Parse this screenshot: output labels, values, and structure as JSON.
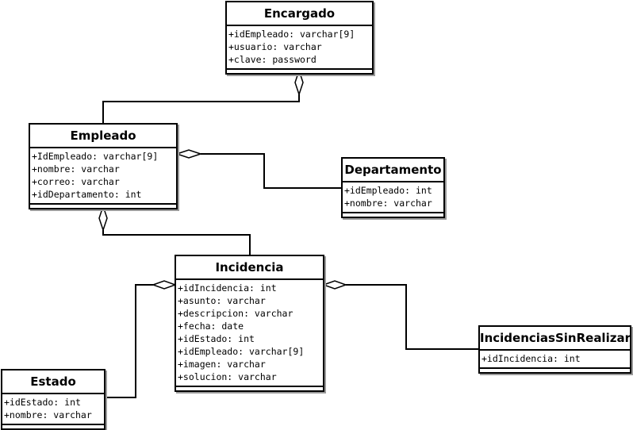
{
  "diagram": {
    "classes": {
      "encargado": {
        "name": "Encargado",
        "attributes": [
          "+idEmpleado: varchar[9]",
          "+usuario: varchar",
          "+clave: password"
        ]
      },
      "empleado": {
        "name": "Empleado",
        "attributes": [
          "+IdEmpleado: varchar[9]",
          "+nombre: varchar",
          "+correo: varchar",
          "+idDepartamento: int"
        ]
      },
      "departamento": {
        "name": "Departamento",
        "attributes": [
          "+idEmpleado: int",
          "+nombre: varchar"
        ]
      },
      "incidencia": {
        "name": "Incidencia",
        "attributes": [
          "+idIncidencia: int",
          "+asunto: varchar",
          "+descripcion: varchar",
          "+fecha: date",
          "+idEstado: int",
          "+idEmpleado: varchar[9]",
          "+imagen: varchar",
          "+solucion: varchar"
        ]
      },
      "estado": {
        "name": "Estado",
        "attributes": [
          "+idEstado: int",
          "+nombre: varchar"
        ]
      },
      "incidencias_sin_realizar": {
        "name": "IncidenciasSinRealizar",
        "attributes": [
          "+idIncidencia: int"
        ]
      }
    },
    "relationships": [
      {
        "from": "Empleado",
        "to": "Encargado",
        "type": "aggregation"
      },
      {
        "from": "Departamento",
        "to": "Empleado",
        "type": "aggregation"
      },
      {
        "from": "Incidencia",
        "to": "Empleado",
        "type": "aggregation"
      },
      {
        "from": "Estado",
        "to": "Incidencia",
        "type": "aggregation"
      },
      {
        "from": "IncidenciasSinRealizar",
        "to": "Incidencia",
        "type": "aggregation"
      }
    ],
    "colors": {
      "stroke": "#000000",
      "background": "#ffffff",
      "shadow": "#9a9a9a"
    }
  }
}
